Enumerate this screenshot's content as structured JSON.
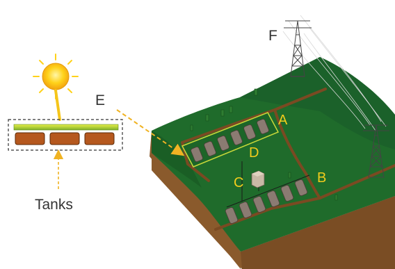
{
  "labels": {
    "a": "A",
    "b": "B",
    "c": "C",
    "d": "D",
    "e": "E",
    "f": "F",
    "tanks": "Tanks"
  },
  "colors": {
    "grass": "#1f6b2b",
    "grass_dark": "#17571f",
    "soil": "#8a5a2c",
    "soil_dark": "#6f451f",
    "road": "#7a4a22",
    "tank": "#8b7b72",
    "tank_panel": "#b5581e",
    "label_yellow": "#f2cc1c",
    "highlight": "#c8d83a",
    "sun": "#ffd21a",
    "arrow": "#f0b323"
  },
  "icons": {
    "sun": "sun-icon",
    "pylon": "transmission-tower-icon",
    "tree": "tree-icon"
  }
}
